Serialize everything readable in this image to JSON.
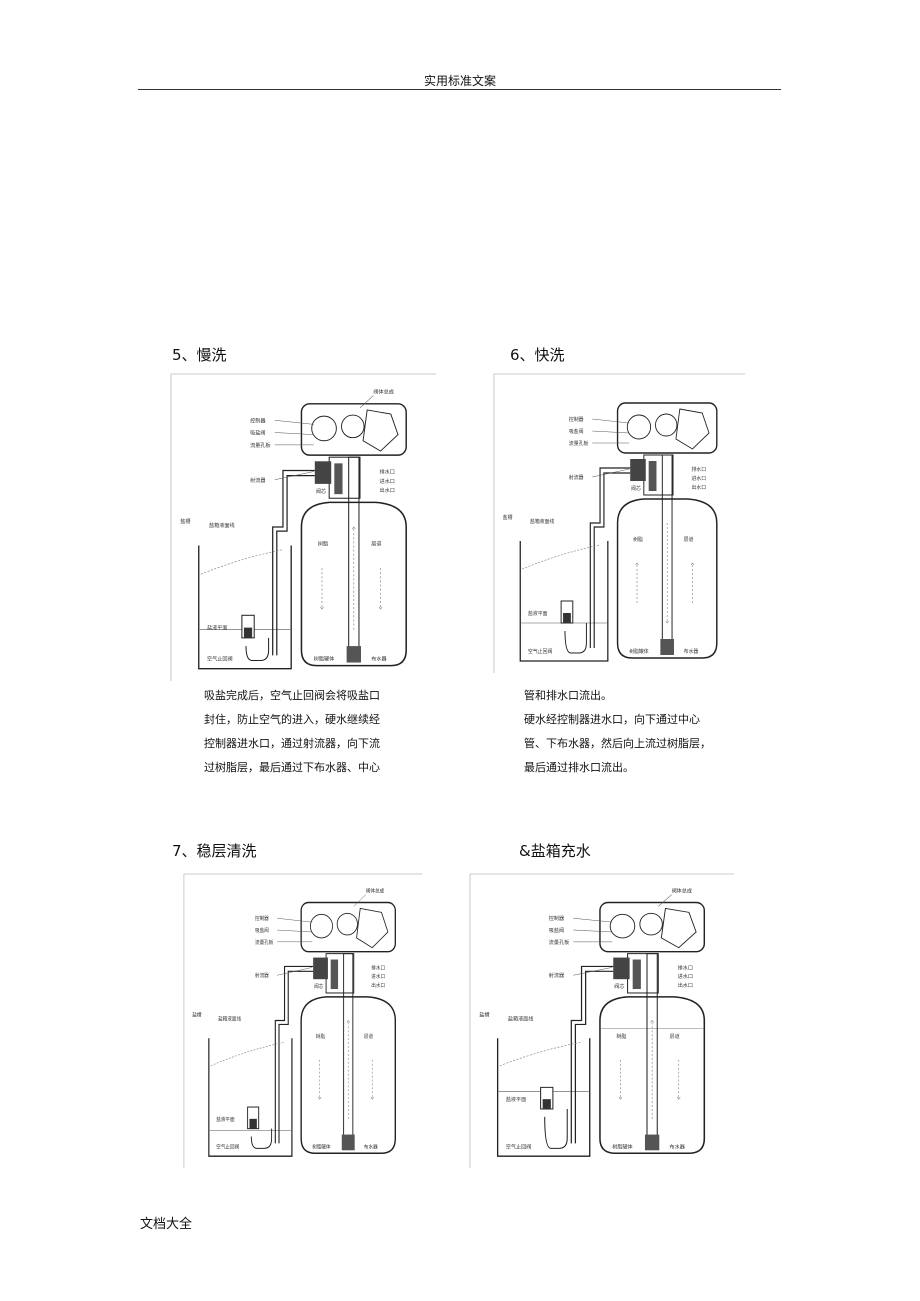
{
  "header": {
    "text": "实用标准文案"
  },
  "footer": {
    "text": "文档大全"
  },
  "sections": [
    {
      "title": "5、慢洗",
      "text_lines": [
        "吸盐完成后，空气止回阀会将吸盐口",
        "封住，防止空气的进入，硬水继续经",
        "控制器进水口，通过射流器，向下流",
        "过树脂层，最后通过下布水器、中心"
      ],
      "diagram": {
        "top_label": "阀体总成",
        "left_labels": [
          "控制器",
          "吸盐阀",
          "流量孔板",
          "射流器"
        ],
        "port_labels": [
          "排水口",
          "进水口",
          "出水口"
        ],
        "lower_valve_label": "阀芯",
        "salt_tank_label": "盐槽",
        "brine_label": "盐箱液面线",
        "tank_labels": [
          "树脂",
          "层道"
        ],
        "float_label": "盐液平面",
        "check_valve_label": "空气止回阀",
        "bottom_labels": [
          "树脂罐体",
          "布水器"
        ]
      }
    },
    {
      "title": "6、快洗",
      "text_lines": [
        "管和排水口流出。",
        "硬水经控制器进水口，向下通过中心",
        "管、下布水器，然后向上流过树脂层，",
        "最后通过排水口流出。"
      ],
      "diagram": {
        "top_label": "",
        "left_labels": [
          "控制器",
          "吸盐阀",
          "流量孔板",
          "射流器"
        ],
        "port_labels": [
          "排水口",
          "进水口",
          "出水口"
        ],
        "lower_valve_label": "阀芯",
        "salt_tank_label": "盐槽",
        "brine_label": "盐箱液面线",
        "tank_labels": [
          "树脂",
          "层道"
        ],
        "float_label": "盐液平面",
        "check_valve_label": "空气止回阀",
        "bottom_labels": [
          "树脂罐体",
          "布水器"
        ]
      }
    },
    {
      "title": "7、稳层清洗",
      "text_lines": [],
      "diagram": {
        "top_label": "阀体总成",
        "left_labels": [
          "控制器",
          "吸盐阀",
          "流量孔板",
          "射流器"
        ],
        "port_labels": [
          "排水口",
          "进水口",
          "出水口"
        ],
        "lower_valve_label": "阀芯",
        "salt_tank_label": "盐槽",
        "brine_label": "盐箱液面线",
        "tank_labels": [
          "树脂",
          "层道"
        ],
        "float_label": "盐液平面",
        "check_valve_label": "空气止回阀",
        "bottom_labels": [
          "树脂罐体",
          "布水器"
        ]
      }
    },
    {
      "title": "&盐箱充水",
      "text_lines": [],
      "diagram": {
        "top_label": "阀体总成",
        "left_labels": [
          "控制器",
          "吸盐阀",
          "流量孔板",
          "射流器"
        ],
        "port_labels": [
          "排水口",
          "进水口",
          "出水口"
        ],
        "lower_valve_label": "阀芯",
        "salt_tank_label": "盐槽",
        "brine_label": "盐箱液面线",
        "tank_labels": [
          "树脂",
          "层道"
        ],
        "float_label": "盐液平面",
        "check_valve_label": "空气止回阀",
        "bottom_labels": [
          "树脂罐体",
          "布水器"
        ]
      }
    }
  ]
}
